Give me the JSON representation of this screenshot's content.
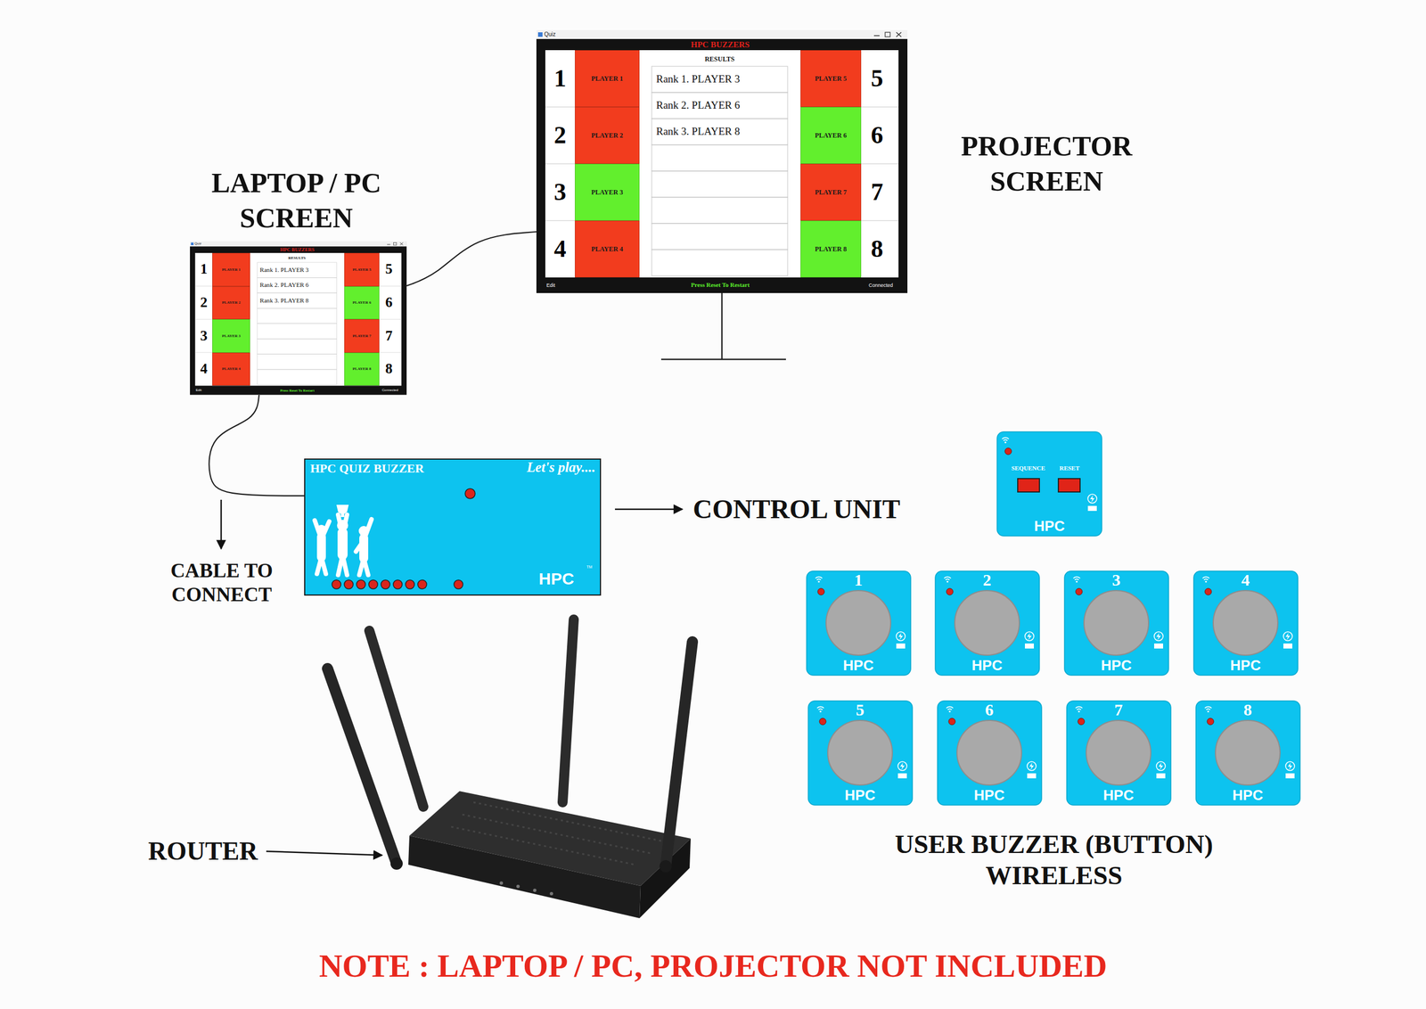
{
  "diagram": {
    "nodes": [
      {
        "text": [
          "PROJECTOR SCREEN"
        ]
      },
      {
        "text": [
          "PLAYER 1"
        ],
        "in": 0
      },
      {
        "text": [
          "PLAYER 2"
        ],
        "in": 0
      },
      {
        "text": [
          "PLAYER 3"
        ],
        "in": 0
      },
      {
        "text": [
          "PLAYER 4"
        ],
        "in": 0
      },
      {
        "text": [
          "PLAYER 5"
        ],
        "in": 0
      },
      {
        "text": [
          "PLAYER 6"
        ],
        "in": 0
      },
      {
        "text": [
          "PLAYER 7"
        ],
        "in": 0
      },
      {
        "text": [
          "PLAYER 8"
        ],
        "in": 0
      },
      {
        "text": [
          "LAPTOP / PC SCREEN"
        ]
      },
      {
        "text": [
          "PLAYER 1"
        ],
        "in": 9
      },
      {
        "text": [
          "PLAYER 2"
        ],
        "in": 9
      },
      {
        "text": [
          "PLAYER 3"
        ],
        "in": 9
      },
      {
        "text": [
          "PLAYER 4"
        ],
        "in": 9
      },
      {
        "text": [
          "PLAYER 5"
        ],
        "in": 9
      },
      {
        "text": [
          "PLAYER 6"
        ],
        "in": 9
      },
      {
        "text": [
          "PLAYER 7"
        ],
        "in": 9
      },
      {
        "text": [
          "PLAYER 8"
        ],
        "in": 9
      },
      {
        "text": [
          "HPC QUIZ BUZZER",
          "Let's play....",
          "HPC",
          "TM"
        ]
      },
      {
        "text": [
          "SEQUENCE",
          "RESET",
          "HPC"
        ]
      },
      {
        "text": [
          "1",
          "HPC"
        ]
      },
      {
        "text": [
          "2",
          "HPC"
        ]
      },
      {
        "text": [
          "3",
          "HPC"
        ]
      },
      {
        "text": [
          "4",
          "HPC"
        ]
      },
      {
        "text": [
          "5",
          "HPC"
        ]
      },
      {
        "text": [
          "6",
          "HPC"
        ]
      },
      {
        "text": [
          "7",
          "HPC"
        ]
      },
      {
        "text": [
          "8",
          "HPC"
        ]
      }
    ],
    "edges": [
      {
        "from": 9,
        "to": 0,
        "arrow": "none"
      },
      {
        "from": 9,
        "to": 18,
        "arrow": "none"
      }
    ],
    "labels": [
      "Quiz",
      "HPC BUZZERS",
      "RESULTS",
      "1",
      "2",
      "3",
      "4",
      "5",
      "6",
      "7",
      "8",
      "Rank 1. PLAYER 3",
      "Rank 2. PLAYER 6",
      "Rank 3. PLAYER 8",
      "Edit",
      "Press Reset To Restart",
      "Connected",
      "Quiz",
      "HPC BUZZERS",
      "RESULTS",
      "1",
      "2",
      "3",
      "4",
      "5",
      "6",
      "7",
      "8",
      "Rank 1. PLAYER 3",
      "Rank 2. PLAYER 6",
      "Rank 3. PLAYER 8",
      "Edit",
      "Press Reset To Restart",
      "Connected",
      "CABLE TO CONNECT",
      "CONTROL UNIT",
      "ROUTER",
      "USER BUZZER (BUTTON) WIRELESS",
      "NOTE : LAPTOP / PC, PROJECTOR NOT INCLUDED"
    ]
  }
}
